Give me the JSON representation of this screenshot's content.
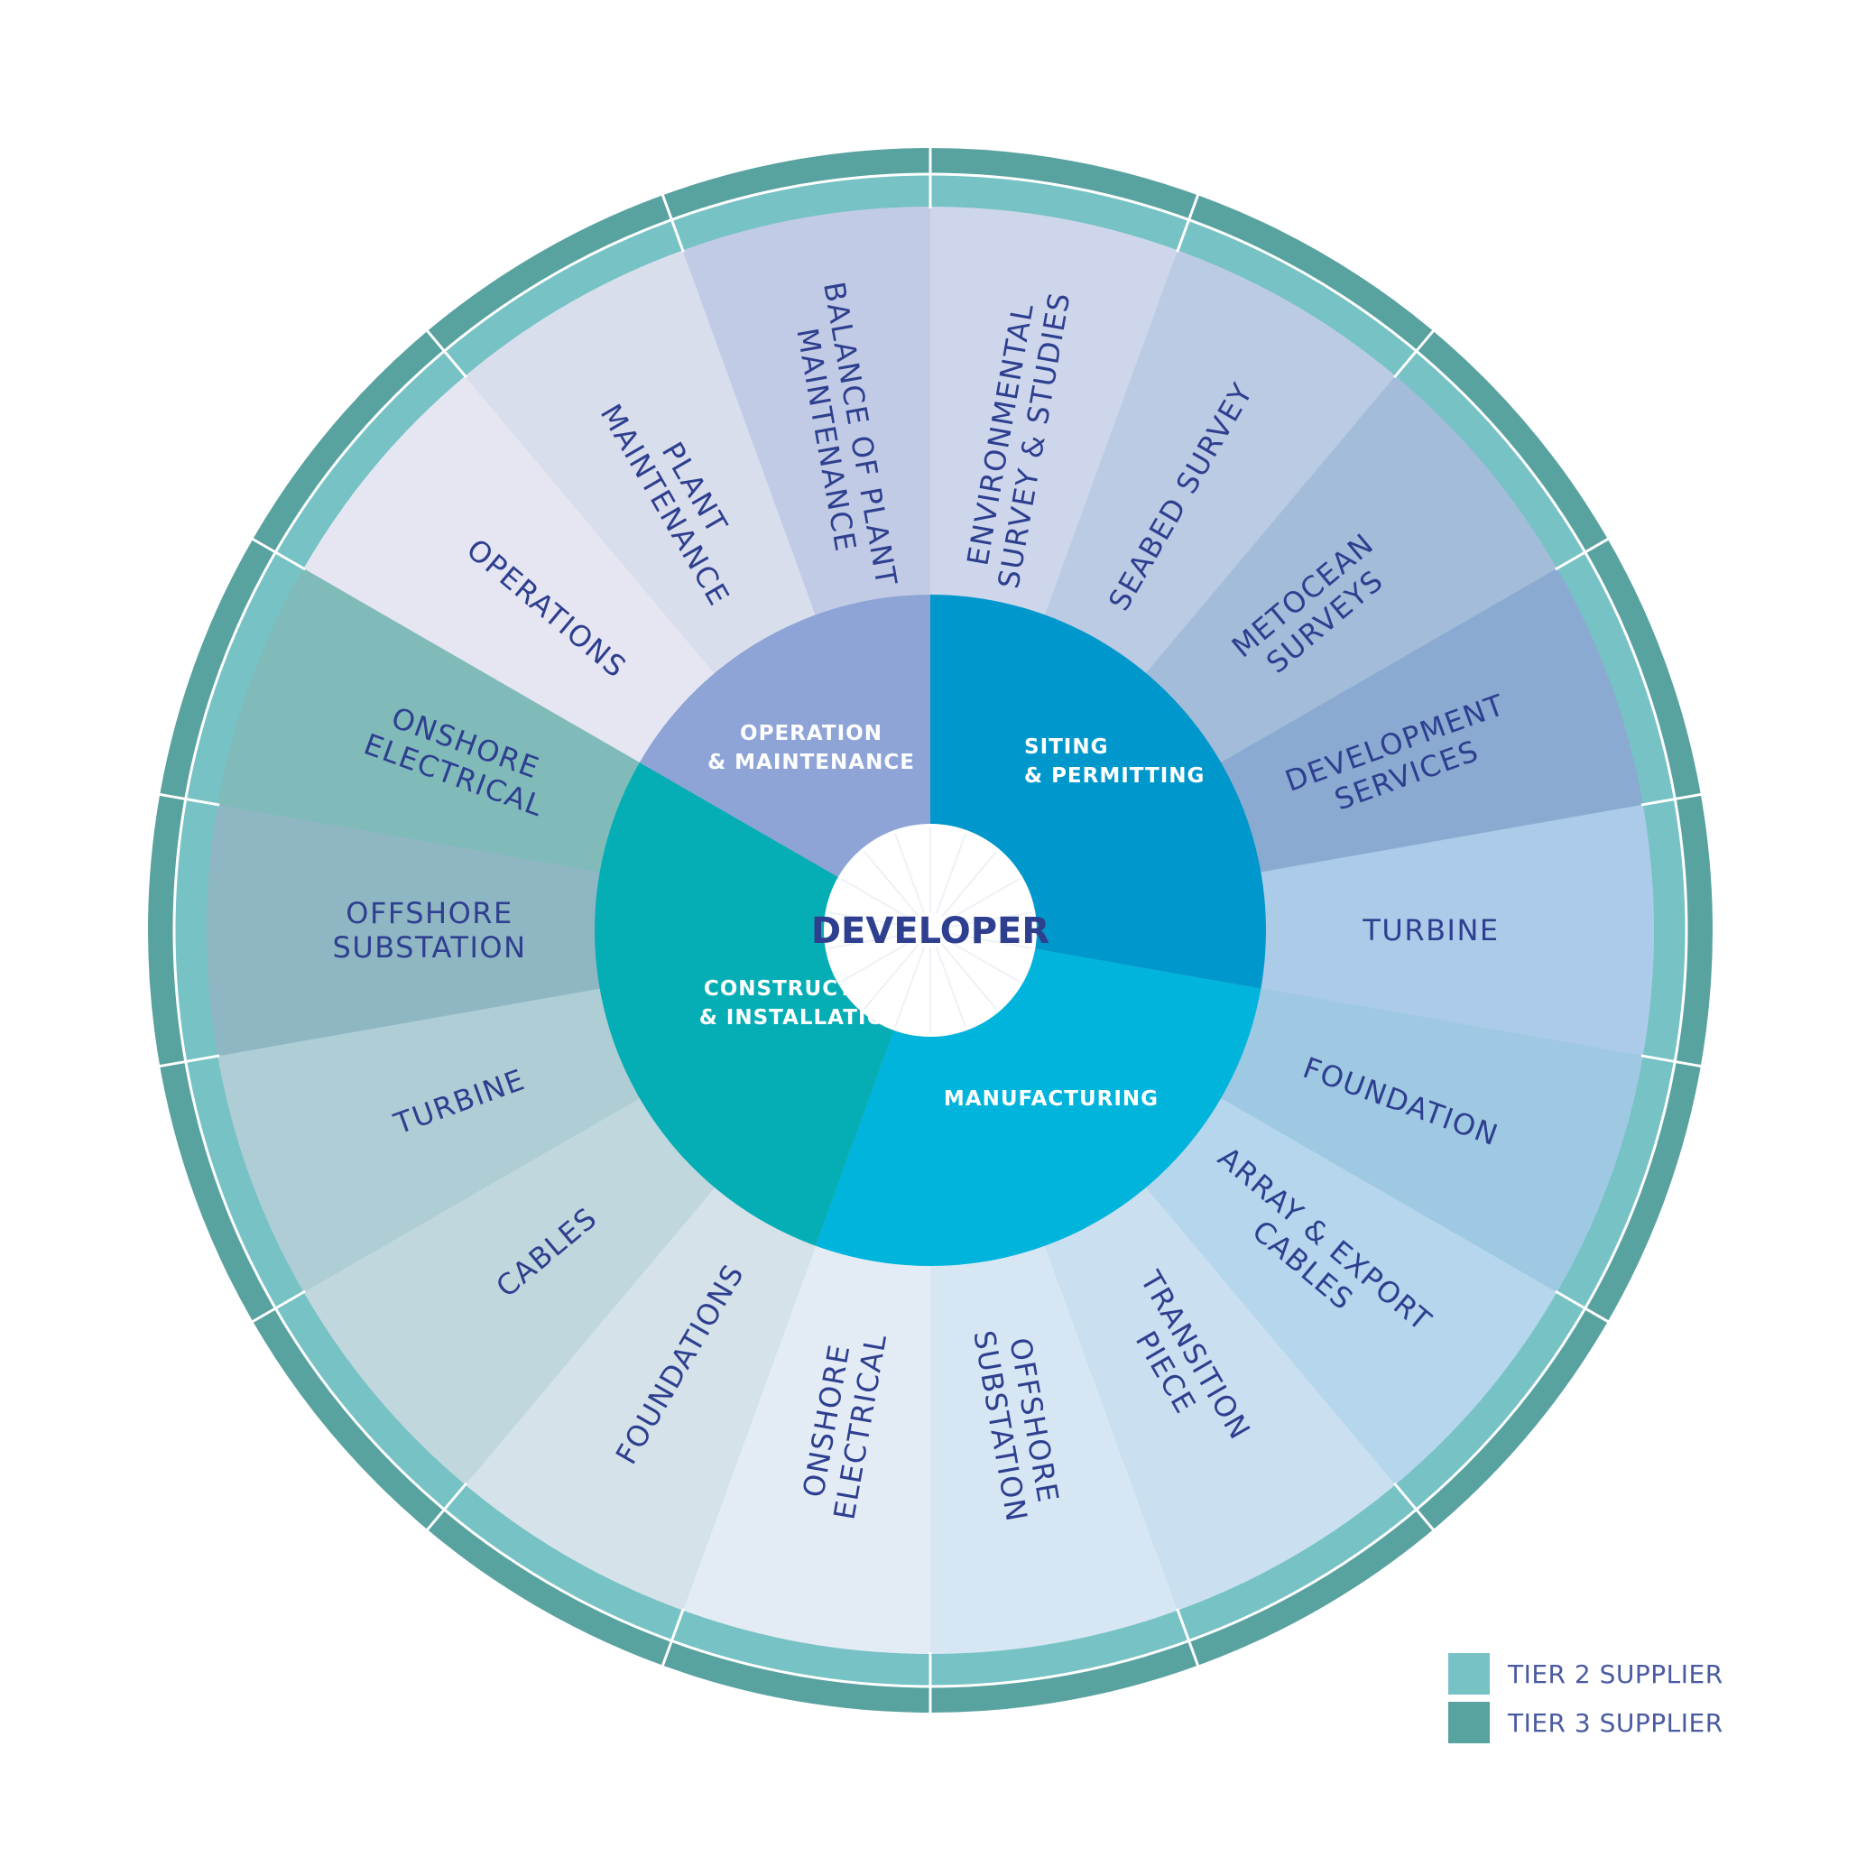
{
  "center": {
    "label": "DEVELOPER"
  },
  "categories": [
    {
      "name": "cat-siting",
      "lines": [
        "SITING",
        "& PERMITTING"
      ],
      "color": "#0098cc"
    },
    {
      "name": "cat-manufacturing",
      "lines": [
        "MANUFACTURING"
      ],
      "color": "#00b4dc"
    },
    {
      "name": "cat-construction",
      "lines": [
        "CONSTRUCTION",
        "& INSTALLATION"
      ],
      "color": "#05aeb5"
    },
    {
      "name": "cat-operation",
      "lines": [
        "OPERATION",
        "& MAINTENANCE"
      ],
      "color": "#8ea4d6"
    }
  ],
  "segments": [
    {
      "name": "environmental-survey",
      "lines": [
        "ENVIRONMENTAL",
        "SURVEY & STUDIES"
      ],
      "color": "#cdd6eb"
    },
    {
      "name": "seabed-survey",
      "lines": [
        "SEABED SURVEY"
      ],
      "color": "#bccbe4"
    },
    {
      "name": "metocean-surveys",
      "lines": [
        "METOCEAN",
        "SURVEYS"
      ],
      "color": "#a3bcda"
    },
    {
      "name": "development-services",
      "lines": [
        "DEVELOPMENT",
        "SERVICES"
      ],
      "color": "#8aaad2"
    },
    {
      "name": "mfg-turbine",
      "lines": [
        "TURBINE"
      ],
      "color": "#abcbe8"
    },
    {
      "name": "mfg-foundation",
      "lines": [
        "FOUNDATION"
      ],
      "color": "#9fc9e3"
    },
    {
      "name": "array-export-cables",
      "lines": [
        "ARRAY & EXPORT",
        "CABLES"
      ],
      "color": "#b5d6ec"
    },
    {
      "name": "transition-piece",
      "lines": [
        "TRANSITION",
        "PIECE"
      ],
      "color": "#cae0f0"
    },
    {
      "name": "mfg-offshore-substation",
      "lines": [
        "OFFSHORE",
        "SUBSTATION"
      ],
      "color": "#d6e6f3"
    },
    {
      "name": "ci-onshore-electrical",
      "lines": [
        "ONSHORE",
        "ELECTRICAL"
      ],
      "color": "#e3ecf5"
    },
    {
      "name": "ci-foundations",
      "lines": [
        "FOUNDATIONS"
      ],
      "color": "#d5e2e9"
    },
    {
      "name": "ci-cables",
      "lines": [
        "CABLES"
      ],
      "color": "#c0d8dd"
    },
    {
      "name": "ci-turbine",
      "lines": [
        "TURBINE"
      ],
      "color": "#afcdd5"
    },
    {
      "name": "ci-offshore-substation",
      "lines": [
        "OFFSHORE",
        "SUBSTATION"
      ],
      "color": "#8fb6c3"
    },
    {
      "name": "ci-onshore-electrical-2",
      "lines": [
        "ONSHORE",
        "ELECTRICAL"
      ],
      "color": "#80bbba"
    },
    {
      "name": "operations",
      "lines": [
        "OPERATIONS"
      ],
      "color": "#e5e6f2"
    },
    {
      "name": "plant-maintenance",
      "lines": [
        "PLANT",
        "MAINTENANCE"
      ],
      "color": "#d9deed"
    },
    {
      "name": "balance-of-plant",
      "lines": [
        "BALANCE OF PLANT",
        "MAINTENANCE"
      ],
      "color": "#c2cbe5"
    }
  ],
  "rings": {
    "tier2_color": "#76c2c4",
    "tier3_color": "#58a2a0"
  },
  "legend": [
    {
      "name": "legend-tier2",
      "label": "TIER 2 SUPPLIER",
      "color": "#76c2c4"
    },
    {
      "name": "legend-tier3",
      "label": "TIER 3 SUPPLIER",
      "color": "#58a2a0"
    }
  ]
}
